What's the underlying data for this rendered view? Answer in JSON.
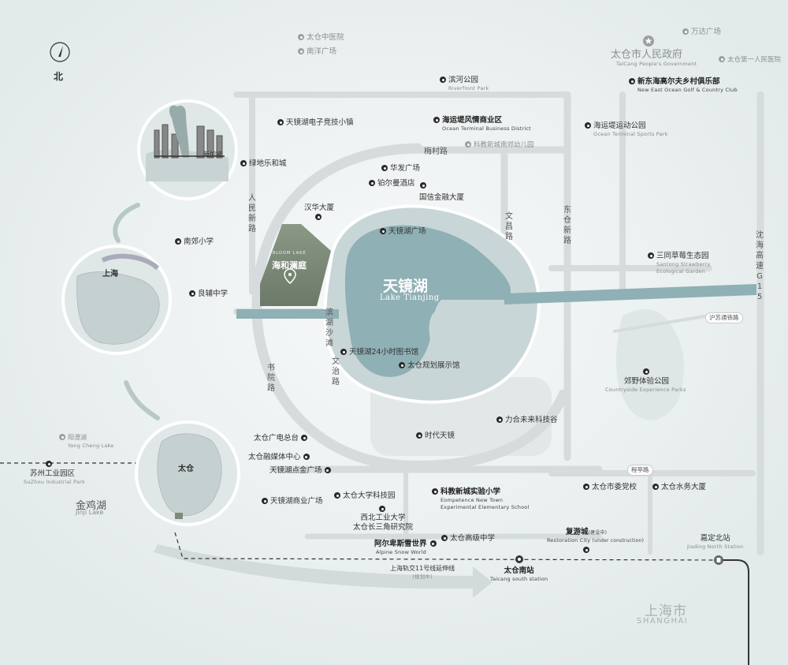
{
  "compass": {
    "label": "北"
  },
  "lake": {
    "cn": "天镜湖",
    "en": "Lake Tianjing"
  },
  "project": {
    "name": "海和澜庭",
    "logo_text": "BLOOM LAKE"
  },
  "shanghai": {
    "cn": "上海市",
    "en": "SHANGHAI"
  },
  "jinji_lake": {
    "cn": "金鸡湖",
    "en": "Jinji Lake"
  },
  "insets": {
    "singapore": "新加坡",
    "shanghai": "上海",
    "taicang": "太仓"
  },
  "roads": {
    "meicun": "梅村路",
    "renmin_new": "人民新路",
    "wenchang": "文昌路",
    "dongcang_new": "东仓新路",
    "shuyuan": "书院路",
    "wenzhi": "文治路",
    "binhu_shatan": "滨湖沙滩",
    "yanhai_g15": "沈海高速G15",
    "husu_rail": "沪苏通铁路",
    "chengting": "程亭路"
  },
  "pois": [
    {
      "id": "tc-zhongyi",
      "cn": "太仓中医院",
      "en": "",
      "style": "gray"
    },
    {
      "id": "nanyang",
      "cn": "南洋广场",
      "en": "",
      "style": "gray"
    },
    {
      "id": "wanda",
      "cn": "万达广场",
      "en": "",
      "style": "gray"
    },
    {
      "id": "tc-gov",
      "cn": "太仓市人民政府",
      "en": "TaiCang People's Government",
      "style": "gov"
    },
    {
      "id": "tc-1st-hosp",
      "cn": "太仓第一人民医院",
      "en": "",
      "style": "gray"
    },
    {
      "id": "binhe-park",
      "cn": "滨河公园",
      "en": "Riverfront Park",
      "style": "normal"
    },
    {
      "id": "golf",
      "cn": "新东海高尔夫乡村俱乐部",
      "en": "New East Ocean Golf & Country Club",
      "style": "bold"
    },
    {
      "id": "esports",
      "cn": "天镜湖电子竞技小镇",
      "en": "",
      "style": "normal"
    },
    {
      "id": "ocean-terminal",
      "cn": "海运堤风情商业区",
      "en": "Ocean Terminal Business District",
      "style": "bold"
    },
    {
      "id": "ocean-sports",
      "cn": "海运堤运动公园",
      "en": "Ocean Terminal Sports Park",
      "style": "normal"
    },
    {
      "id": "kindergarten",
      "cn": "科教新城南郊幼儿园",
      "en": "",
      "style": "gray"
    },
    {
      "id": "lvdi",
      "cn": "绿地乐和城",
      "en": "",
      "style": "normal"
    },
    {
      "id": "huafa",
      "cn": "华发广场",
      "en": "",
      "style": "normal"
    },
    {
      "id": "portman",
      "cn": "铂尔曼酒店",
      "en": "",
      "style": "normal"
    },
    {
      "id": "guoxin",
      "cn": "国信金融大厦",
      "en": "",
      "style": "normal"
    },
    {
      "id": "hanhua",
      "cn": "汉华大厦",
      "en": "",
      "style": "normal"
    },
    {
      "id": "tjh-plaza",
      "cn": "天镜湖广场",
      "en": "",
      "style": "normal"
    },
    {
      "id": "nanjiao-school",
      "cn": "南郊小学",
      "en": "",
      "style": "normal"
    },
    {
      "id": "strawberry",
      "cn": "三同草莓生态园",
      "en": "Santong Strawberry Ecological Garden",
      "style": "normal"
    },
    {
      "id": "liangfu",
      "cn": "良辅中学",
      "en": "",
      "style": "normal"
    },
    {
      "id": "library",
      "cn": "天镜湖24小时图书馆",
      "en": "",
      "style": "normal"
    },
    {
      "id": "planning",
      "cn": "太仓规划展示馆",
      "en": "",
      "style": "normal"
    },
    {
      "id": "countryside",
      "cn": "郊野体验公园",
      "en": "Countryside Experience Parks",
      "style": "normal"
    },
    {
      "id": "yangcheng",
      "cn": "阳澄湖",
      "en": "Yang Cheng Lake",
      "style": "gray"
    },
    {
      "id": "lihe",
      "cn": "力合未来科技谷",
      "en": "",
      "style": "normal"
    },
    {
      "id": "tv",
      "cn": "太仓广电总台",
      "en": "",
      "style": "normal"
    },
    {
      "id": "times",
      "cn": "时代天镜",
      "en": "",
      "style": "normal"
    },
    {
      "id": "suzhou-park",
      "cn": "苏州工业园区",
      "en": "SuZhou Industrial Park",
      "style": "normal"
    },
    {
      "id": "media",
      "cn": "太仓融媒体中心",
      "en": "",
      "style": "normal"
    },
    {
      "id": "gold-plaza",
      "cn": "天镜湖点金广场",
      "en": "",
      "style": "normal"
    },
    {
      "id": "party-school",
      "cn": "太仓市委党校",
      "en": "",
      "style": "normal"
    },
    {
      "id": "water-bldg",
      "cn": "太仓水务大厦",
      "en": "",
      "style": "normal"
    },
    {
      "id": "univ-park",
      "cn": "太仓大学科技园",
      "en": "",
      "style": "normal"
    },
    {
      "id": "exp-school",
      "cn": "科教新城实验小学",
      "en": "Eompetence New Town Experimental Elementary School",
      "style": "bold"
    },
    {
      "id": "commerce",
      "cn": "天镜湖商业广场",
      "en": "",
      "style": "normal"
    },
    {
      "id": "nwpu",
      "cn": "西北工业大学\n太仓长三角研究院",
      "en": "",
      "style": "normal"
    },
    {
      "id": "restoration",
      "cn": "复游城",
      "en": "Restoration City",
      "style": "bold"
    },
    {
      "id": "senior-high",
      "cn": "太仓高级中学",
      "en": "",
      "style": "normal"
    },
    {
      "id": "alpine",
      "cn": "阿尔卑斯雪世界",
      "en": "Alpine Snow World",
      "style": "bold"
    },
    {
      "id": "jiading-north",
      "cn": "嘉定北站",
      "en": "Jiading North Station",
      "style": "normal"
    },
    {
      "id": "taicang-south",
      "cn": "太仓南站",
      "en": "Taicang south station",
      "style": "bold"
    },
    {
      "id": "metro-11",
      "cn": "上海轨交11号线延伸线",
      "en": "",
      "style": "normal"
    }
  ],
  "annotations": {
    "restoration_note": "(under construction)",
    "restoration_cn_note": "(建设中)",
    "metro_note": "(规划中)"
  },
  "colors": {
    "lake": "#8fb0b4",
    "project": "#7d8a7a",
    "road": "#d6dcdd",
    "rail": "#333333"
  }
}
